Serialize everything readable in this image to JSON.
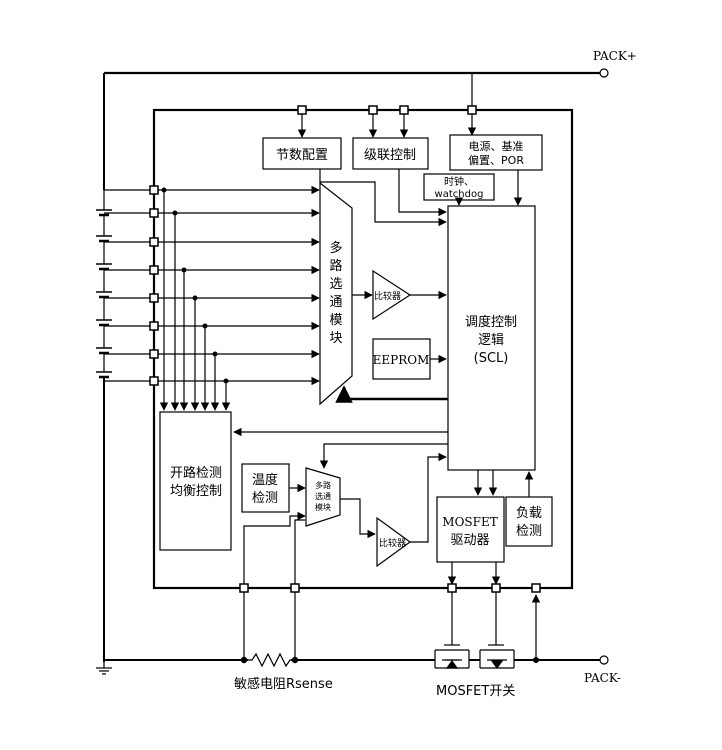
{
  "terminals": {
    "pack_plus": "PACK+",
    "pack_minus": "PACK-"
  },
  "blocks": {
    "cell_count_config": "节数配置",
    "cascade_control": "级联控制",
    "power_ref": [
      "电源、基准",
      "偏置、POR"
    ],
    "clock_watchdog": [
      "时钟、",
      "watchdog"
    ],
    "mux_main": [
      "多",
      "路",
      "选",
      "通",
      "模",
      "块"
    ],
    "comparator_main": "比较器",
    "eeprom": "EEPROM",
    "scl_logic": [
      "调度控制",
      "逻辑",
      "(SCL)"
    ],
    "open_balance": [
      "开路检测",
      "均衡控制"
    ],
    "temperature": [
      "温度",
      "检测"
    ],
    "mux_small": [
      "多路",
      "选通",
      "模块"
    ],
    "comparator_small": "比较器",
    "mosfet_driver": [
      "MOSFET",
      "驱动器"
    ],
    "load_detect": [
      "负载",
      "检测"
    ]
  },
  "external": {
    "sense_resistor": "敏感电阻Rsense",
    "mosfet_switch": "MOSFET开关"
  },
  "colors": {
    "line": "#000000",
    "background": "#ffffff"
  }
}
